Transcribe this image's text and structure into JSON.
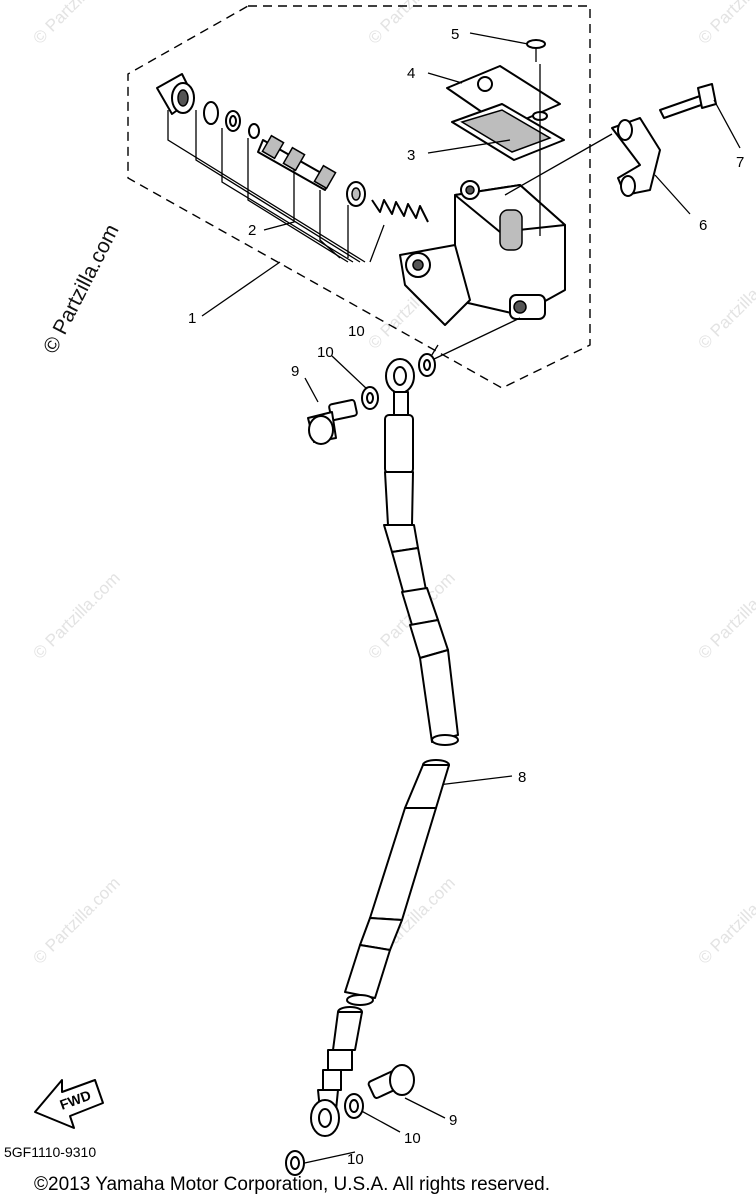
{
  "callouts": [
    {
      "id": "1",
      "label": "1"
    },
    {
      "id": "2",
      "label": "2"
    },
    {
      "id": "3",
      "label": "3"
    },
    {
      "id": "4",
      "label": "4"
    },
    {
      "id": "5",
      "label": "5"
    },
    {
      "id": "6",
      "label": "6"
    },
    {
      "id": "7",
      "label": "7"
    },
    {
      "id": "8",
      "label": "8"
    },
    {
      "id": "9a",
      "label": "9"
    },
    {
      "id": "9b",
      "label": "9"
    },
    {
      "id": "10a",
      "label": "10"
    },
    {
      "id": "10b",
      "label": "10"
    },
    {
      "id": "10c",
      "label": "10"
    },
    {
      "id": "10d",
      "label": "10"
    }
  ],
  "watermark": {
    "text": "© Partzilla.com",
    "main_text": "© Partzilla.com"
  },
  "fwd_label": "FWD",
  "diagram_code": "5GF1110-9310",
  "copyright": "©2013  Yamaha Motor Corporation, U.S.A. All rights reserved.",
  "colors": {
    "line": "#000000",
    "watermark": "#e3e3e3",
    "background": "#ffffff"
  }
}
